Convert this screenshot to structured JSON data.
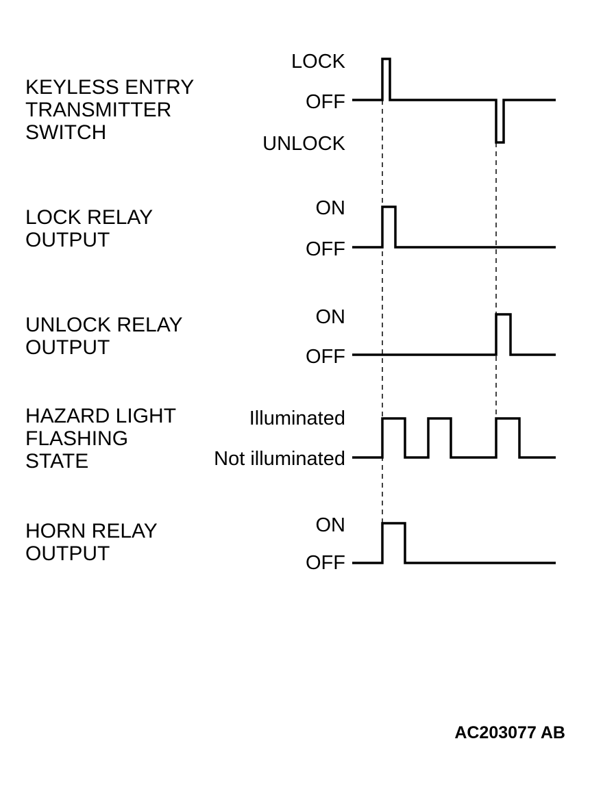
{
  "signals": [
    {
      "id": "transmitter",
      "label_lines": [
        "KEYLESS ENTRY",
        "TRANSMITTER",
        "SWITCH"
      ],
      "states": [
        "LOCK",
        "OFF",
        "UNLOCK"
      ]
    },
    {
      "id": "lock-relay",
      "label_lines": [
        "LOCK RELAY",
        "OUTPUT"
      ],
      "states": [
        "ON",
        "OFF"
      ]
    },
    {
      "id": "unlock-relay",
      "label_lines": [
        "UNLOCK RELAY",
        "OUTPUT"
      ],
      "states": [
        "ON",
        "OFF"
      ]
    },
    {
      "id": "hazard",
      "label_lines": [
        "HAZARD LIGHT",
        "FLASHING",
        "STATE"
      ],
      "states": [
        "Illuminated",
        "Not illuminated"
      ]
    },
    {
      "id": "horn-relay",
      "label_lines": [
        "HORN RELAY",
        "OUTPUT"
      ],
      "states": [
        "ON",
        "OFF"
      ]
    }
  ],
  "figure_code": "AC203077 AB"
}
